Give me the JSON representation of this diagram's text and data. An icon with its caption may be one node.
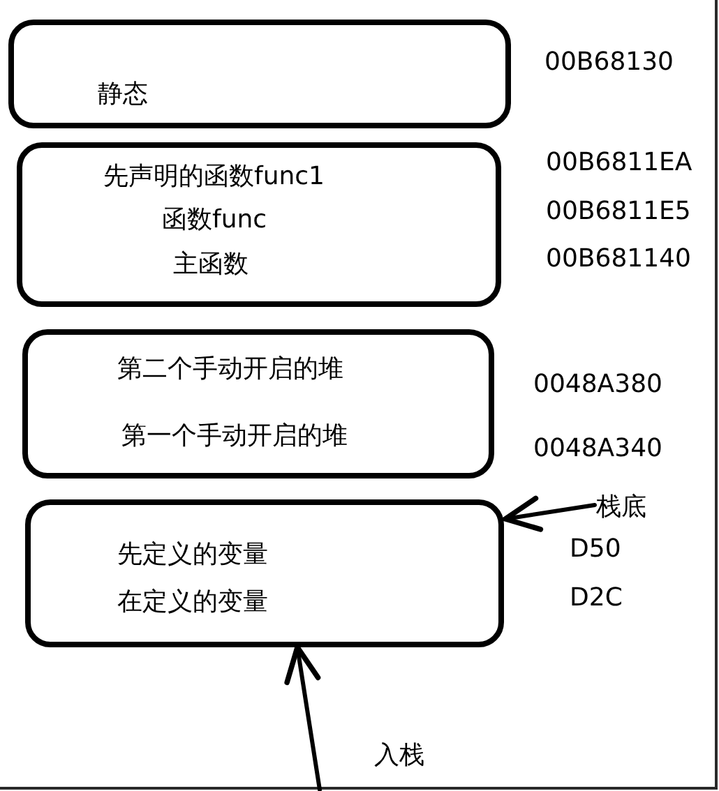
{
  "diagram": {
    "nodes": [
      {
        "text": [
          "静态"
        ]
      },
      {
        "text": [
          "先声明的函数func1",
          "函数func",
          "主函数"
        ]
      },
      {
        "text": [
          "第二个手动开启的堆",
          "第一个手动开启的堆"
        ]
      },
      {
        "text": [
          "先定义的变量",
          "在定义的变量"
        ]
      },
      {
        "text": [
          "栈底"
        ]
      }
    ],
    "edges": [
      {
        "from": 4,
        "to": 3,
        "arrow": "to"
      },
      {
        "from": null,
        "to": 3,
        "arrow": "to",
        "label": "入栈"
      }
    ],
    "labels": [
      "00B68130",
      "00B6811EA",
      "00B6811E5",
      "00B681140",
      "0048A380",
      "0048A340",
      "D50",
      "D2C"
    ]
  }
}
